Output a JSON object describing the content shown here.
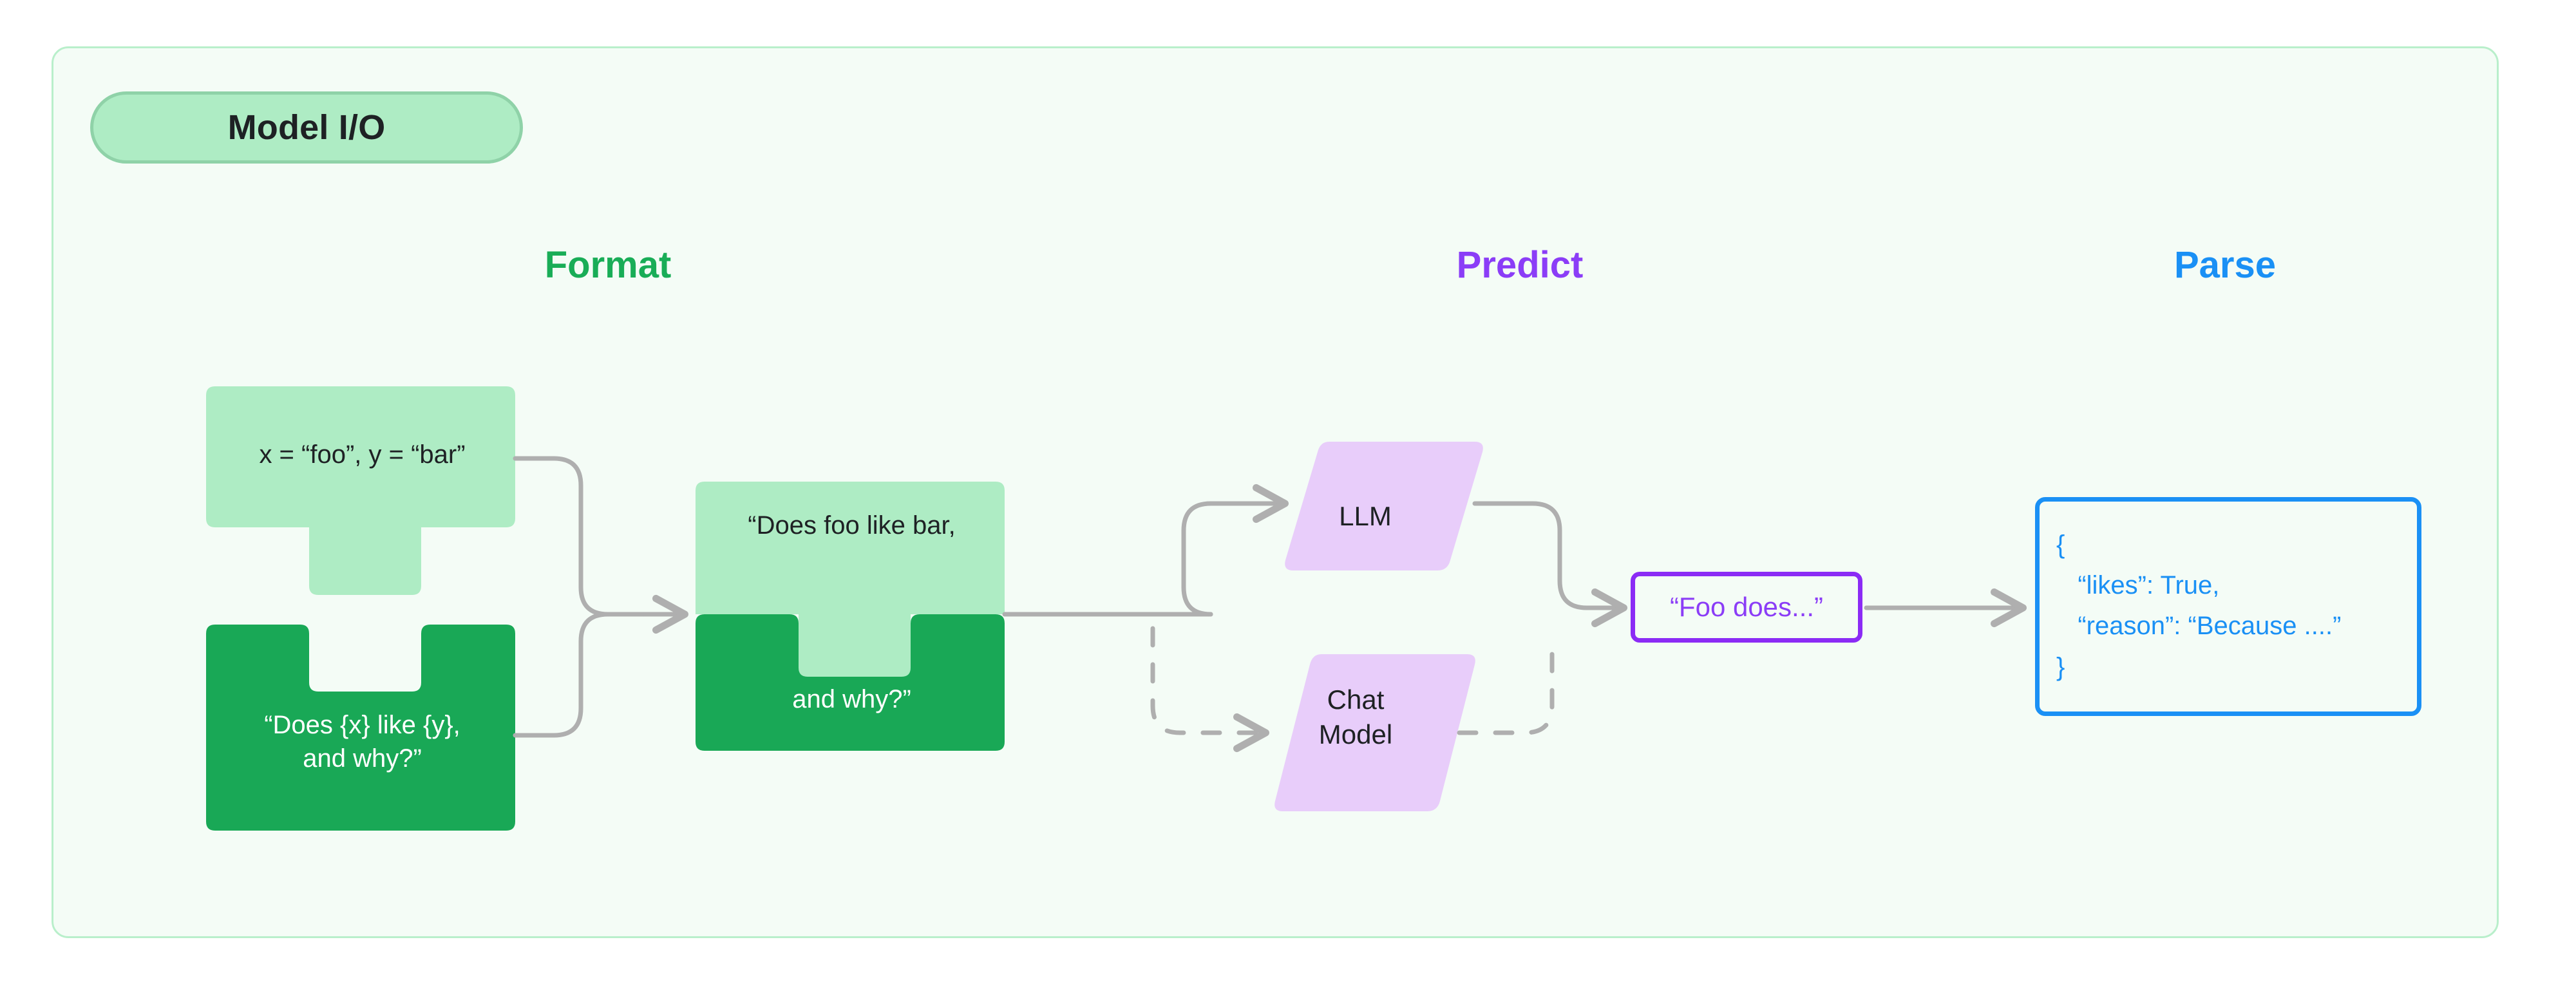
{
  "card": {
    "badge_label": "Model I/O",
    "bg_color": "#F4FCF6",
    "border_color": "#B9EFCB"
  },
  "columns": [
    {
      "key": "format",
      "label": "Format",
      "color": "#19AD57"
    },
    {
      "key": "predict",
      "label": "Predict",
      "color": "#8B3DF7"
    },
    {
      "key": "parse",
      "label": "Parse",
      "color": "#1A90F5"
    }
  ],
  "format": {
    "variables_piece": {
      "text": "x = “foo”, y = “bar”",
      "fill": "#AEECC4",
      "text_color": "#1E2124"
    },
    "template_piece": {
      "text": "“Does {x} like {y},\nand why?”",
      "fill": "#19A856",
      "text_color": "#FFFFFF"
    },
    "merged_piece": {
      "top_text": "“Does foo like bar,",
      "bottom_text": "and why?”",
      "top_fill": "#AEECC4",
      "bottom_fill": "#19A856"
    }
  },
  "predict": {
    "models": [
      {
        "name": "LLM",
        "label": "LLM",
        "fill": "#E8CDFA",
        "line_style": "solid"
      },
      {
        "name": "chat-model",
        "label": "Chat\nModel",
        "fill": "#E8CDFA",
        "line_style": "dashed"
      }
    ],
    "response": {
      "text": "“Foo does...”",
      "border_color": "#8B2BF5",
      "text_color": "#8B3DF7"
    }
  },
  "parse": {
    "output": {
      "lines": [
        "{",
        "   “likes”: True,",
        "   “reason”: “Because ....”",
        "}"
      ],
      "border_color": "#1A90F5",
      "text_color": "#1A90F5"
    }
  },
  "connectors": {
    "line_color": "#AFAFAF",
    "arrow_color": "#AFAFAF"
  }
}
